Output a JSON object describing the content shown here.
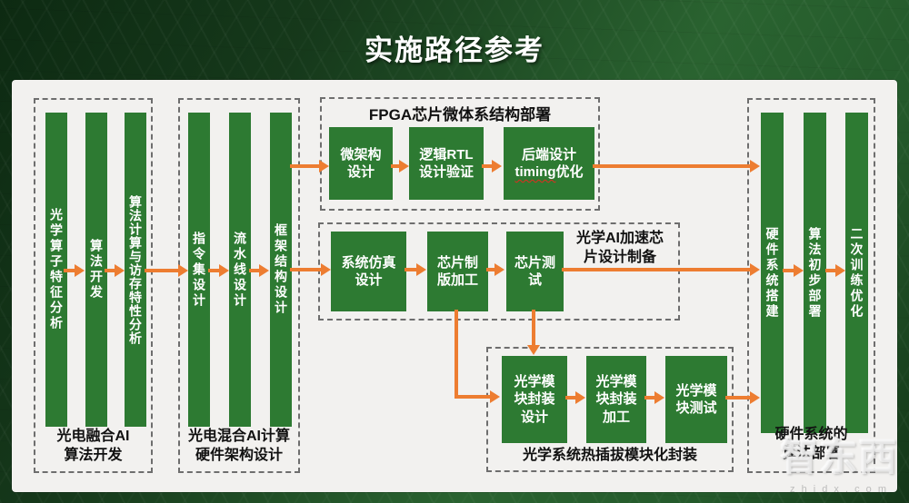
{
  "title": "实施路径参考",
  "colors": {
    "bar_green": "#2d7a32",
    "arrow_orange": "#ED7D31",
    "panel": "#f2f1ef",
    "title_text": "#ffffff",
    "label_text": "#111111"
  },
  "groups": {
    "algo_dev": {
      "bars": [
        "光学算子特征分析",
        "算法开发",
        "算法计算与访存特性分析"
      ],
      "label": "光电融合AI\n算法开发"
    },
    "hw_arch": {
      "bars": [
        "指令集设计",
        "流水线设计",
        "框架结构设计"
      ],
      "label": "光电混合AI计算\n硬件架构设计"
    },
    "fpga": {
      "title": "FPGA芯片微体系结构部署",
      "boxes": [
        "微架构\n设计",
        "逻辑RTL\n设计验证"
      ],
      "box3": {
        "line1": "后端设计",
        "underlined": "timing",
        "rest": "优化"
      }
    },
    "chip": {
      "label": "光学AI加速芯\n片设计制备",
      "boxes": [
        "系统仿真\n设计",
        "芯片制\n版加工",
        "芯片测\n试"
      ]
    },
    "module": {
      "label": "光学系统热插拔模块化封装",
      "boxes": [
        "光学模\n块封装\n设计",
        "光学模\n块封装\n加工",
        "光学模\n块测试"
      ]
    },
    "deploy": {
      "bars": [
        "硬件系统搭建",
        "算法初步部署",
        "二次训练优化"
      ],
      "label": "硬件系统的\n算法部署"
    }
  },
  "watermark": {
    "logo": "智东西",
    "site": "z h i d x . c o m"
  }
}
